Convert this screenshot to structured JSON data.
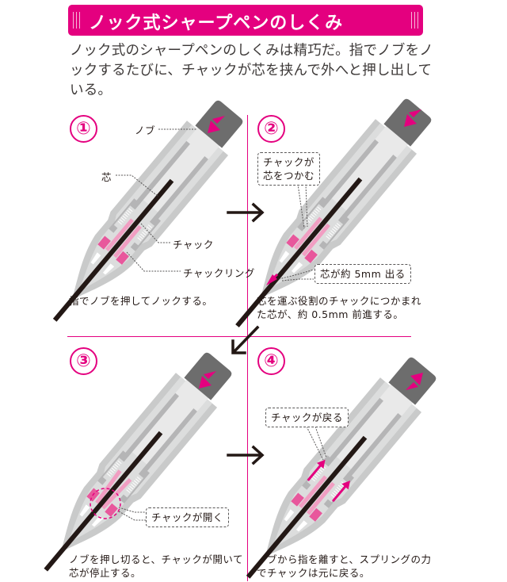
{
  "header": {
    "title": "ノック式シャープペンのしくみ",
    "intro": "ノック式のシャープペンのしくみは精巧だ。指でノブをノックするたびに、チャックが芯を挟んで外へと押し出している。"
  },
  "colors": {
    "accent": "#e4007f",
    "chuck_pink": "#f19ec2",
    "ring_pink": "#e8579c",
    "knob_gray": "#6d6d6d",
    "body_gray": "#c9caca",
    "inner_light": "#e6e6e6",
    "lead": "#231815"
  },
  "steps": [
    {
      "number": "①",
      "caption": "指でノブを押してノックする。",
      "labels": {
        "knob": "ノブ",
        "lead": "芯",
        "chuck": "チャック",
        "chuck_ring": "チャックリング"
      },
      "arrow": "press-down"
    },
    {
      "number": "②",
      "caption_line1": "芯を運ぶ役割のチャックにつかまれ",
      "caption_line2": "た芯が、約 0.5mm 前進する。",
      "callouts": {
        "grip_line1": "チャックが",
        "grip_line2": "芯をつかむ",
        "advance": "芯が約 5mm 出る"
      },
      "arrow": "press-down"
    },
    {
      "number": "③",
      "caption_line1": "ノブを押し切ると、チャックが開いて",
      "caption_line2": "芯が停止する。",
      "callouts": {
        "open": "チャックが開く"
      },
      "arrow": "press-down"
    },
    {
      "number": "④",
      "caption_line1": "ノブから指を離すと、スプリングの力",
      "caption_line2": "でチャックは元に戻る。",
      "callouts": {
        "return": "チャックが戻る"
      },
      "arrow": "release-up"
    }
  ],
  "flow_arrows": [
    "right-arrow",
    "down-left-arrow",
    "right-arrow"
  ]
}
